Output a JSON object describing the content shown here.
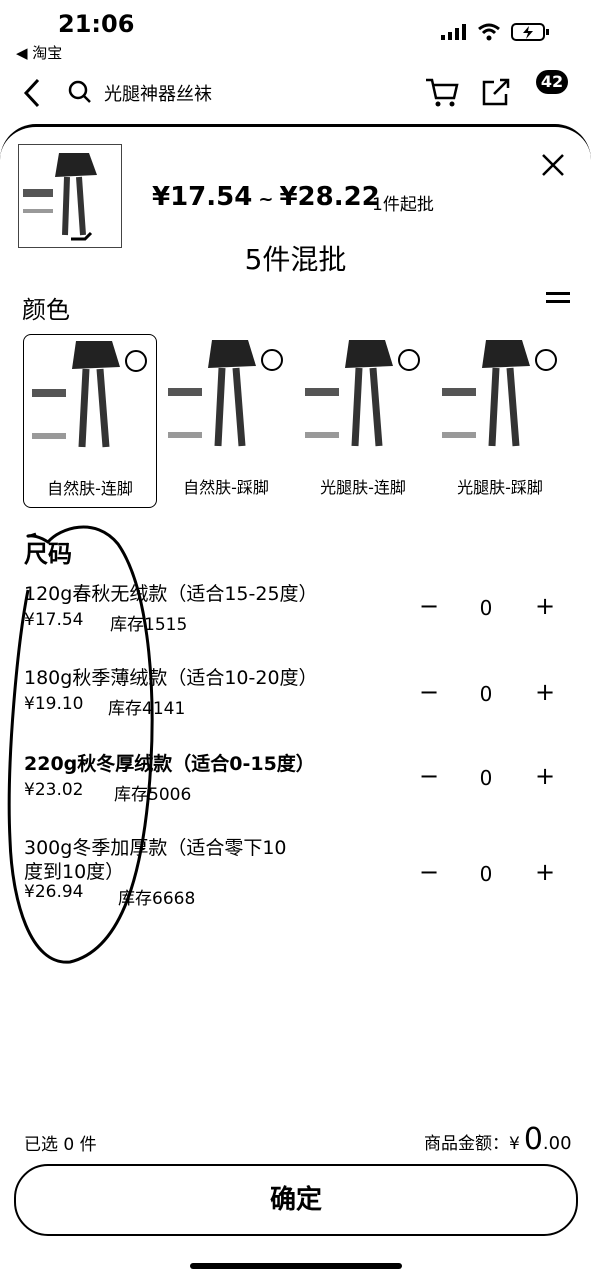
{
  "status": {
    "time": "21:06",
    "back_app": "◀ 淘宝"
  },
  "nav": {
    "search_text": "光腿神器丝袜",
    "cart_badge": "42"
  },
  "sheet": {
    "price_min": "¥17.54",
    "price_sep": "~",
    "price_max": "¥28.22",
    "min_order": "1件起批",
    "mix_title": "5件混批",
    "color_section": "颜色",
    "colors": [
      {
        "label": "自然肤-连脚",
        "selected": true
      },
      {
        "label": "自然肤-踩脚",
        "selected": false
      },
      {
        "label": "光腿肤-连脚",
        "selected": false
      },
      {
        "label": "光腿肤-踩脚",
        "selected": false
      }
    ],
    "size_section": "尺码",
    "sizes": [
      {
        "name": "120g春秋无绒款（适合15-25度）",
        "price": "¥17.54",
        "stock": "库存1515",
        "qty": "0"
      },
      {
        "name": "180g秋季薄绒款（适合10-20度）",
        "price": "¥19.10",
        "stock": "库存4141",
        "qty": "0"
      },
      {
        "name": "220g秋冬厚绒款（适合0-15度）",
        "price": "¥23.02",
        "stock": "库存5006",
        "qty": "0"
      },
      {
        "name": "300g冬季加厚款（适合零下10\n度到10度）",
        "price": "¥26.94",
        "stock": "库存6668",
        "qty": "0"
      }
    ],
    "stepper_minus": "−",
    "stepper_plus": "+"
  },
  "footer": {
    "selected_text": "已选  0 件",
    "total_label": "商品金额：",
    "total_currency": "¥",
    "total_int": "0",
    "total_dec": ".00",
    "confirm_label": "确定"
  }
}
